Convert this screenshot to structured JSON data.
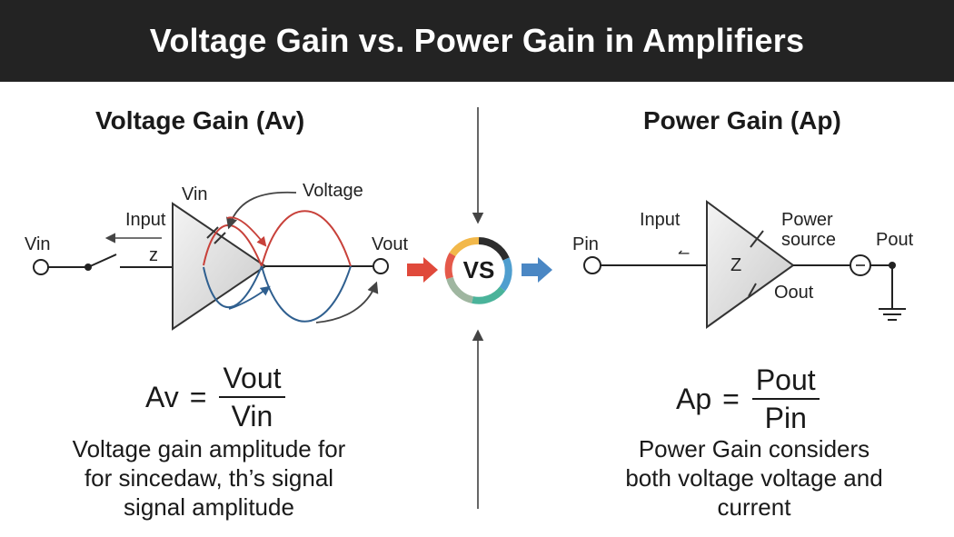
{
  "title": "Voltage Gain vs. Power Gain in Amplifiers",
  "left": {
    "heading": "Voltage Gain (Av)",
    "labels": {
      "vin_terminal": "Vin",
      "vin_top": "Vin",
      "input": "Input",
      "z": "z",
      "voltage": "Voltage",
      "vout": "Vout"
    },
    "formula": {
      "lhs": "Av",
      "eq": "=",
      "numerator": "Vout",
      "denominator": "Vin"
    },
    "description": [
      "Voltage gain amplitude for",
      "for sincedaw, th’s signal",
      "signal amplitude"
    ]
  },
  "center": {
    "badge": "VS"
  },
  "right": {
    "heading": "Power Gain (Ap)",
    "labels": {
      "pin": "Pin",
      "input": "Input",
      "arrow": "↼",
      "power_source": [
        "Power",
        "source"
      ],
      "z": "Z",
      "oout": "Oout",
      "pout": "Pout"
    },
    "formula": {
      "lhs": "Ap",
      "eq": "=",
      "numerator": "Pout",
      "denominator": "Pin"
    },
    "description": [
      "Power Gain considers",
      "both voltage voltage and",
      "current"
    ]
  },
  "colors": {
    "banner_bg": "#232323",
    "red_wave": "#c8413a",
    "blue_wave": "#2f5f8f",
    "arrow_red": "#e0493b",
    "arrow_blue": "#4a87c4",
    "ring": [
      "#2d2d2d",
      "#e5594a",
      "#4f9ecf",
      "#4ab39a",
      "#f2b84a"
    ]
  }
}
